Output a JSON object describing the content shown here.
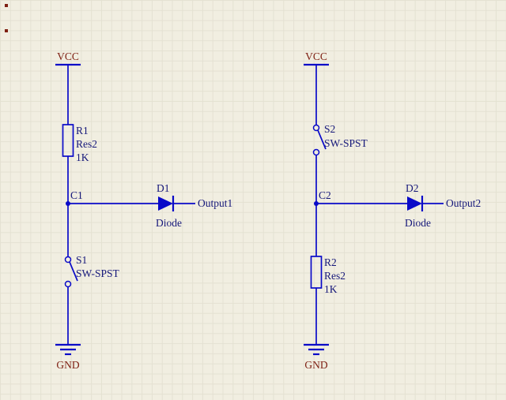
{
  "colors": {
    "background": "#f1eee1",
    "grid": "#e4e1d2",
    "wire": "#0a0ac8",
    "text": "#16187a",
    "power": "#7e2013"
  },
  "circuits": {
    "left": {
      "power": "VCC",
      "ground": "GND",
      "resistor": {
        "ref": "R1",
        "part": "Res2",
        "value": "1K"
      },
      "node": "C1",
      "diode": {
        "ref": "D1",
        "part": "Diode"
      },
      "output": "Output1",
      "switch": {
        "ref": "S1",
        "part": "SW-SPST"
      }
    },
    "right": {
      "power": "VCC",
      "ground": "GND",
      "switch": {
        "ref": "S2",
        "part": "SW-SPST"
      },
      "node": "C2",
      "diode": {
        "ref": "D2",
        "part": "Diode"
      },
      "output": "Output2",
      "resistor": {
        "ref": "R2",
        "part": "Res2",
        "value": "1K"
      }
    }
  }
}
